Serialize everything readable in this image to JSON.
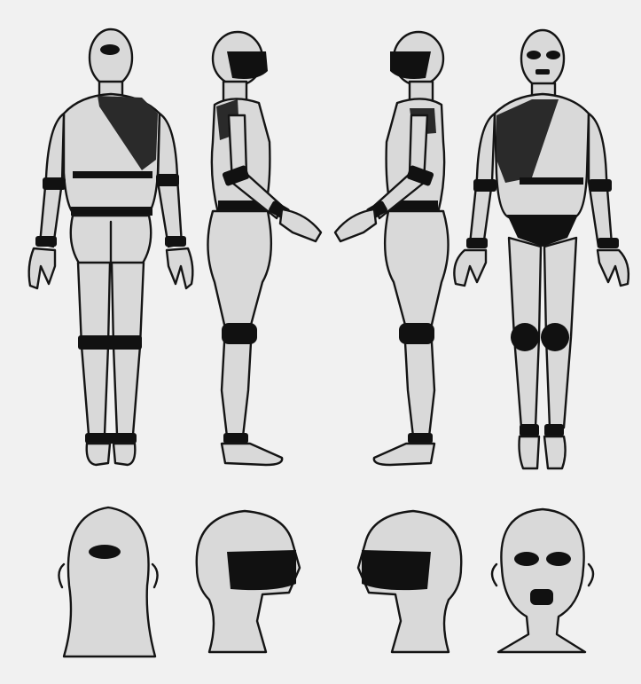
{
  "figure": {
    "background_color": "#ececec",
    "ink_color": "#141414",
    "full_body_views": [
      "back",
      "right-side",
      "left-side",
      "front"
    ],
    "head_views": [
      "back",
      "side-facing-right",
      "side-facing-left",
      "front"
    ]
  }
}
